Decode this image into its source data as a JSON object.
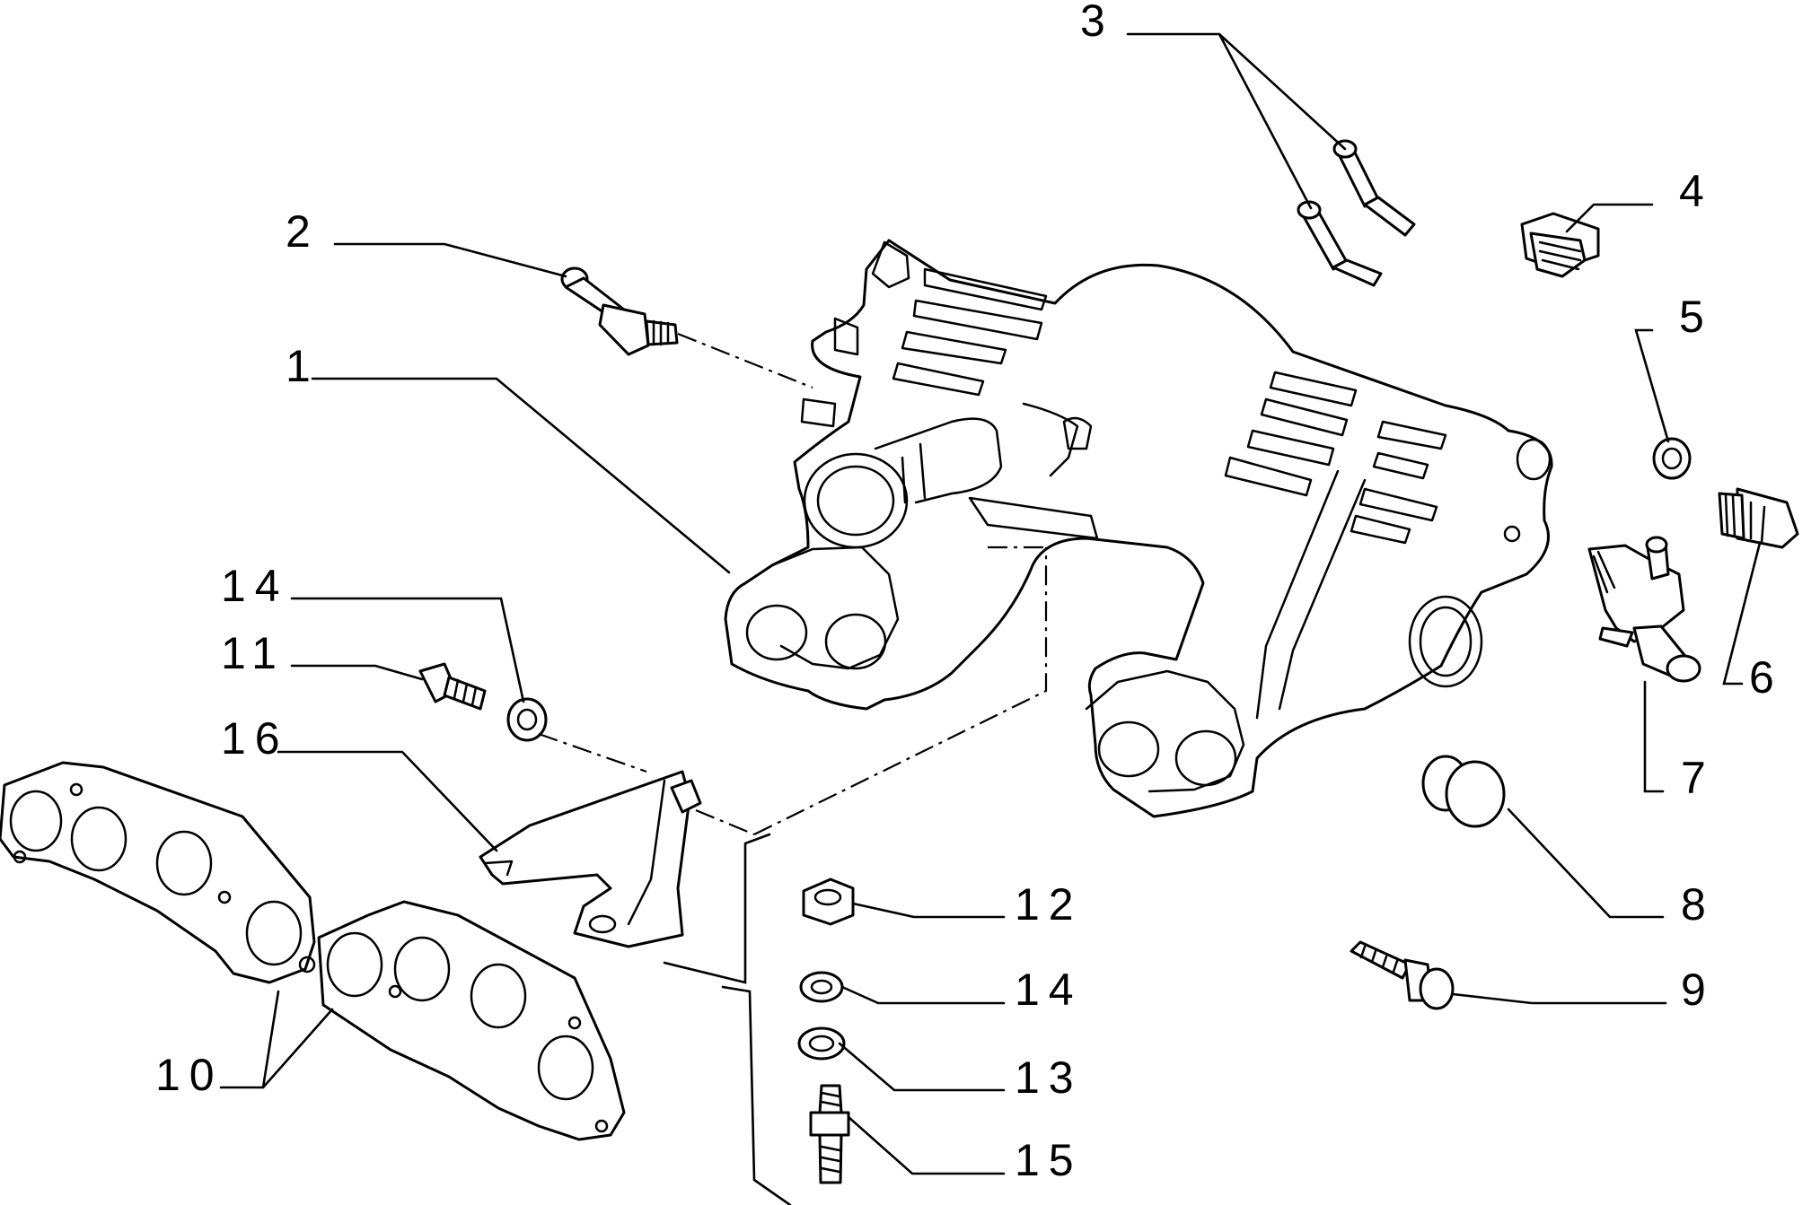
{
  "callouts": {
    "p1": "1",
    "p2": "2",
    "p3": "3",
    "p4": "4",
    "p5": "5",
    "p6": "6",
    "p7": "7",
    "p8": "8",
    "p9": "9",
    "p10": "10",
    "p11": "11",
    "p12": "12",
    "p13": "13",
    "p14_upper": "14",
    "p14_lower": "14",
    "p15": "15",
    "p16": "16"
  }
}
